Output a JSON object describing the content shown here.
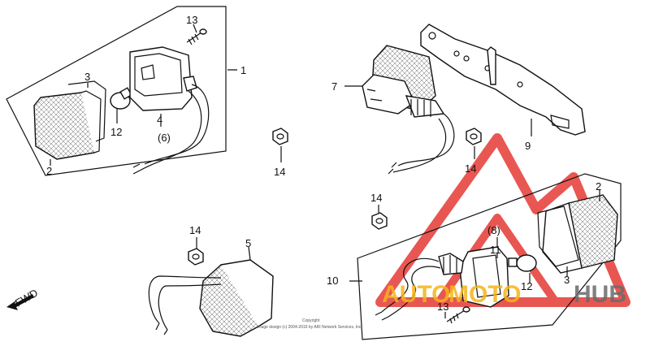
{
  "diagram": {
    "callouts": [
      {
        "id": "c13a",
        "text": "13"
      },
      {
        "id": "c1",
        "text": "1"
      },
      {
        "id": "c3a",
        "text": "3"
      },
      {
        "id": "c12a",
        "text": "12"
      },
      {
        "id": "c4",
        "text": "4"
      },
      {
        "id": "c6",
        "text": "(6)"
      },
      {
        "id": "c2a",
        "text": "2"
      },
      {
        "id": "c14a",
        "text": "14"
      },
      {
        "id": "c7",
        "text": "7"
      },
      {
        "id": "c14b",
        "text": "14"
      },
      {
        "id": "c9",
        "text": "9"
      },
      {
        "id": "c14c",
        "text": "14"
      },
      {
        "id": "c2b",
        "text": "2"
      },
      {
        "id": "c14d",
        "text": "14"
      },
      {
        "id": "c5",
        "text": "5"
      },
      {
        "id": "c8",
        "text": "(8)"
      },
      {
        "id": "c11",
        "text": "11"
      },
      {
        "id": "c10",
        "text": "10"
      },
      {
        "id": "c12b",
        "text": "12"
      },
      {
        "id": "c3b",
        "text": "3"
      },
      {
        "id": "c13b",
        "text": "13"
      }
    ],
    "fwd_label": "FWD",
    "copyright_line1": "Copyright",
    "copyright_line2": "Image design (c) 2004-2016 by ARI Network Services, Inc.",
    "watermark": {
      "part1": "AUTO",
      "part2": "MOTO",
      "part3": "HUB"
    }
  },
  "colors": {
    "line": "#111111",
    "watermark_red": "#e53935",
    "watermark_yellow": "#f4b41a",
    "watermark_grey": "#6b6b6b"
  }
}
